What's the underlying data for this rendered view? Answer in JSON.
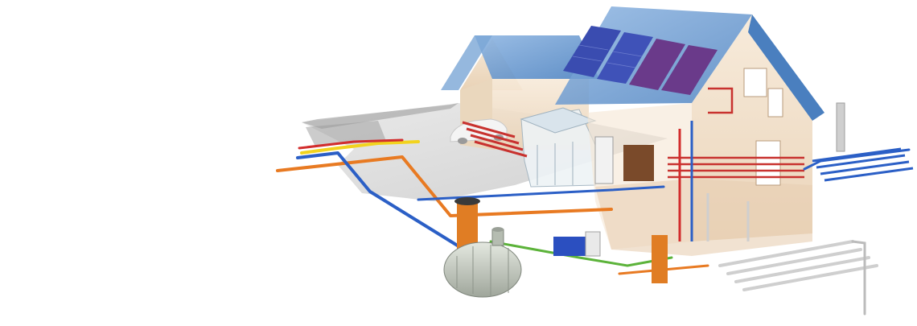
{
  "illustration": {
    "subject": "cutaway-house-building-services",
    "components": [
      "solar-panels",
      "garage",
      "driveway",
      "car",
      "conservatory",
      "underfloor-heating",
      "water-storage-tank",
      "inspection-shaft",
      "pipe-network",
      "ground-collector",
      "rooftop-vent"
    ]
  },
  "colors": {
    "roof": "#6f9fd3",
    "roof_dark": "#4a7fbf",
    "wall": "#f3e3cf",
    "wall_shade": "#e6cdb0",
    "solar_panel": "#3a4cb0",
    "solar_panel_purple": "#6a3a8a",
    "pipe_blue": "#2b5fc6",
    "pipe_orange": "#e87a22",
    "pipe_yellow": "#f2d31e",
    "pipe_red": "#d22d2d",
    "pipe_green": "#5cb33a",
    "tank": "#c9cfc6",
    "ground": "#d8d8d8",
    "heating_loops": "#c8322f"
  }
}
